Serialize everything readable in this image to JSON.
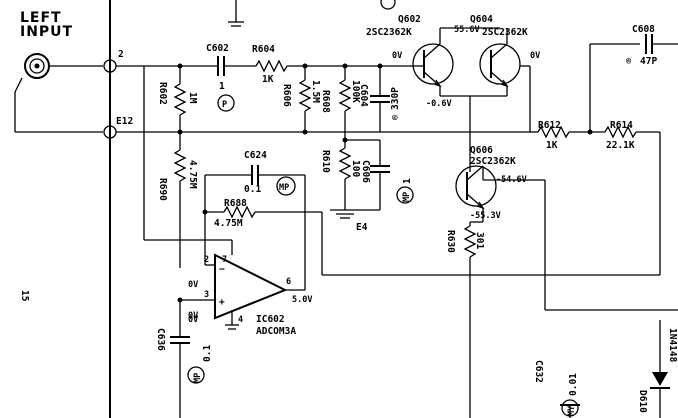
{
  "title": [
    "LEFT",
    "INPUT"
  ],
  "page_number": "15",
  "nodes": {
    "n2": "2",
    "e12": "E12",
    "e4": "E4"
  },
  "components": {
    "c602": {
      "ref": "C602",
      "value": "1"
    },
    "r604": {
      "ref": "R604",
      "value": "1K"
    },
    "r602": {
      "ref": "R602",
      "value": "1M"
    },
    "r606": {
      "ref": "R606",
      "value": "1.5M"
    },
    "r608": {
      "ref": "R608",
      "value": "100K"
    },
    "c604": {
      "ref": "C604",
      "value": "330P"
    },
    "r610": {
      "ref": "R610",
      "value": "100"
    },
    "c606": {
      "ref": "C606",
      "value": "1"
    },
    "r690": {
      "ref": "R690",
      "value": "4.75M"
    },
    "c624": {
      "ref": "C624",
      "value": "0.1"
    },
    "r688": {
      "ref": "R688",
      "value": "4.75M"
    },
    "ic602": {
      "ref": "IC602",
      "value": "ADCOM3A"
    },
    "c636": {
      "ref": "C636",
      "value": "0.1"
    },
    "q602": {
      "ref": "Q602",
      "value": "2SC2362K"
    },
    "q604": {
      "ref": "Q604",
      "value": "2SC2362K"
    },
    "q606": {
      "ref": "Q606",
      "value": "2SC2362K"
    },
    "c608": {
      "ref": "C608",
      "value": "47P"
    },
    "r612": {
      "ref": "R612",
      "value": "1K"
    },
    "r614": {
      "ref": "R614",
      "value": "22.1K"
    },
    "r630": {
      "ref": "R630",
      "value": "301"
    },
    "c632": {
      "ref": "C632",
      "value": "0.01"
    },
    "d610": {
      "ref": "D610",
      "value": "1N4148"
    }
  },
  "cap_marks": {
    "p": "P",
    "mp": "MP",
    "c604": "®",
    "c608": "®",
    "my": "MY"
  },
  "pins": {
    "p2": "2",
    "p3": "3",
    "p4": "4",
    "p6": "6",
    "p7": "7"
  },
  "opamp_signs": {
    "minus": "−",
    "plus": "+"
  },
  "voltages": {
    "q602_base": "0V",
    "q604_collector": "55.6V",
    "q604_base": "0V",
    "q602_emitter": "-0.6V",
    "q606_collector": "-54.6V",
    "q606_emitter": "-55.3V",
    "ic_inv": "0V",
    "ic_noninv": "0V",
    "ic_out": "5.0V",
    "c636_node": "0V"
  }
}
